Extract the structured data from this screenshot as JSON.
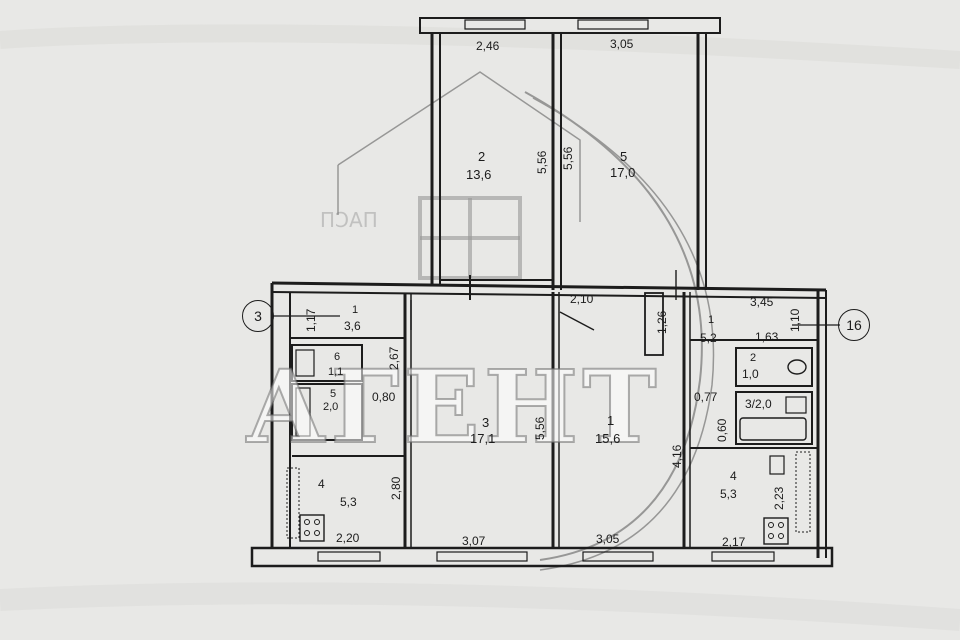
{
  "plan": {
    "markers": {
      "left": "3",
      "right": "16"
    },
    "rooms": [
      {
        "id": "r2",
        "num": "2",
        "area": "13,6"
      },
      {
        "id": "r5",
        "num": "5",
        "area": "17,0"
      },
      {
        "id": "r3",
        "num": "3",
        "area": "17,1"
      },
      {
        "id": "r1",
        "num": "1",
        "area": "15,6"
      },
      {
        "id": "hall-left",
        "num": "1",
        "area": "3,6"
      },
      {
        "id": "wc-left",
        "num": "6",
        "area": "1,1"
      },
      {
        "id": "bath-left",
        "num": "5",
        "area": "2,0"
      },
      {
        "id": "kitchen-left",
        "num": "4",
        "area": "5,3"
      },
      {
        "id": "hall-right",
        "num": "1",
        "area": "5,2"
      },
      {
        "id": "wc-right",
        "num": "2",
        "area": "1,0"
      },
      {
        "id": "bath-right",
        "num": "3/2,0",
        "area": ""
      },
      {
        "id": "kitchen-right",
        "num": "4",
        "area": "5,3"
      }
    ],
    "dimensions": {
      "top_left_room": "2,46",
      "top_right_room": "3,05",
      "room2_height": "5,56",
      "room5_height": "5,56",
      "hall_top": "2,10",
      "right_hall_width": "3,45",
      "right_hall_height": "1,10",
      "right_wc_width": "1,63",
      "closet_height": "1,26",
      "left_hall_height": "1,17",
      "left_block_height": "2,67",
      "left_bath_width": "0,80",
      "left_kitchen_height": "2,80",
      "room3_height": "5,56",
      "right_bath_width": "0,77",
      "right_bath_side": "0,60",
      "room1_side": "4,16",
      "right_kitchen_height": "2,23",
      "bottom_left": "2,20",
      "bottom_mid": "3,07",
      "bottom_right_mid": "3,05",
      "bottom_right": "2,17"
    },
    "watermark": "АГЕНТ",
    "stamp_text": "ПАСП"
  },
  "colors": {
    "line": "#1c1c1c",
    "paper": "#ececea"
  }
}
